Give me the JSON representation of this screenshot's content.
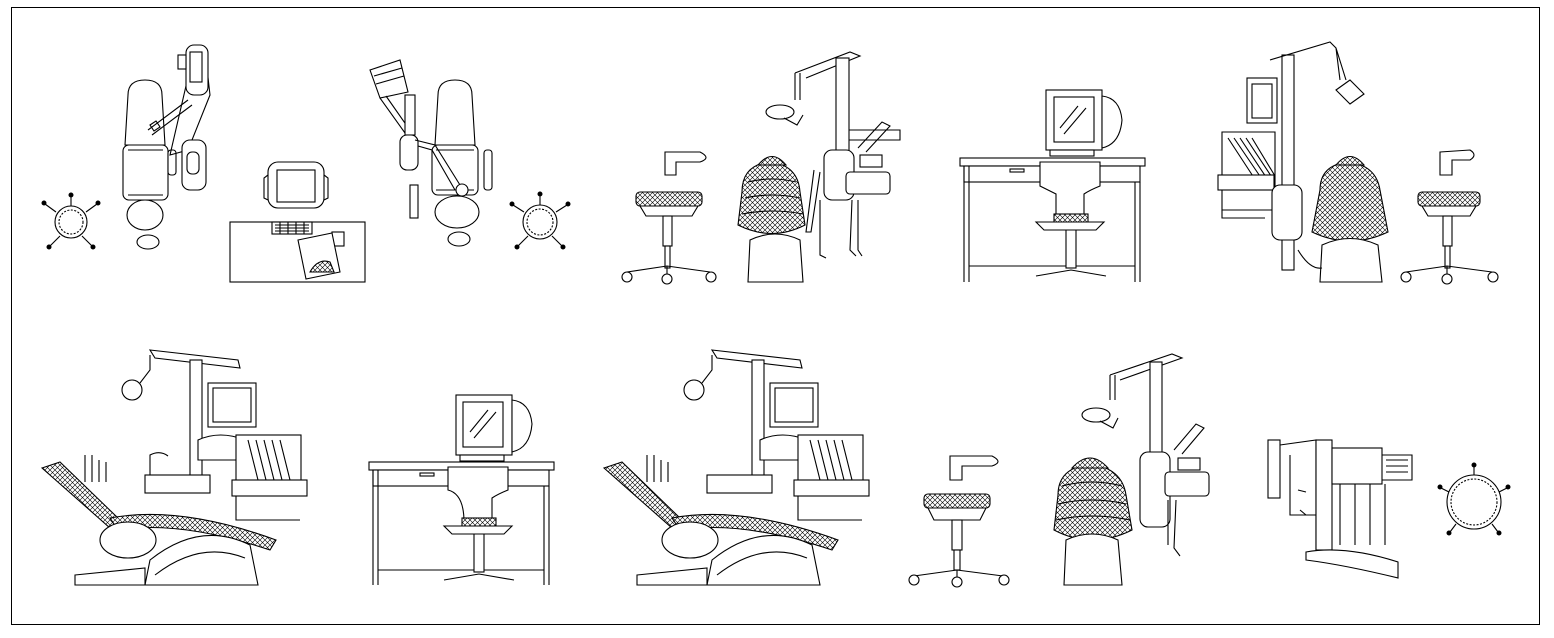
{
  "drawing": {
    "background": "#ffffff",
    "line_color": "#000000",
    "row_1": [
      "dental-unit-plan-view",
      "desk-with-monitor-plan-view",
      "dental-unit-plan-view-mirrored",
      "stool-plan-view",
      "dental-unit-rear-elevation",
      "computer-desk-elevation",
      "dental-unit-rear-elevation-with-stool"
    ],
    "row_2": [
      "dental-unit-side-elevation",
      "computer-desk-elevation",
      "dental-unit-side-elevation",
      "stool-elevation",
      "dental-unit-rear-elevation",
      "dental-unit-side-view-small",
      "stool-plan-view"
    ]
  }
}
